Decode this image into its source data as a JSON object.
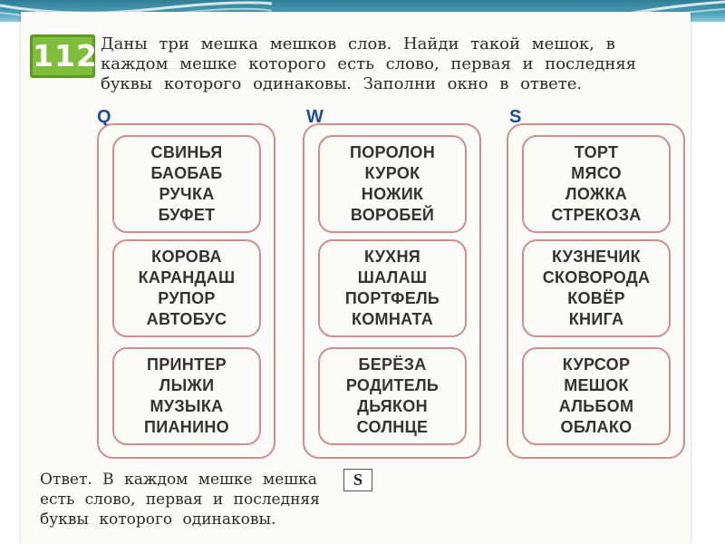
{
  "task": {
    "number": "112",
    "lines": [
      "Даны три мешка мешков слов. Найди такой мешок, в",
      "каждом мешке которого есть слово, первая и последняя",
      "буквы которого одинаковы. Заполни окно в ответе."
    ]
  },
  "bags": [
    {
      "letter": "Q",
      "groups": [
        [
          "СВИНЬЯ",
          "БАОБАБ",
          "РУЧКА",
          "БУФЕТ"
        ],
        [
          "КОРОВА",
          "КАРАНДАШ",
          "РУПОР",
          "АВТОБУС"
        ],
        [
          "ПРИНТЕР",
          "ЛЫЖИ",
          "МУЗЫКА",
          "ПИАНИНО"
        ]
      ]
    },
    {
      "letter": "W",
      "groups": [
        [
          "ПОРОЛОН",
          "КУРОК",
          "НОЖИК",
          "ВОРОБЕЙ"
        ],
        [
          "КУХНЯ",
          "ШАЛАШ",
          "ПОРТФЕЛЬ",
          "КОМНАТА"
        ],
        [
          "БЕРЁЗА",
          "РОДИТЕЛЬ",
          "ДЬЯКОН",
          "СОЛНЦЕ"
        ]
      ]
    },
    {
      "letter": "S",
      "groups": [
        [
          "ТОРТ",
          "МЯСО",
          "ЛОЖКА",
          "СТРЕКОЗА"
        ],
        [
          "КУЗНЕЧИК",
          "СКОВОРОДА",
          "КОВЁР",
          "КНИГА"
        ],
        [
          "КУРСОР",
          "МЕШОК",
          "АЛЬБОМ",
          "ОБЛАКО"
        ]
      ]
    }
  ],
  "answer": {
    "lines": [
      "Ответ. В каждом мешке мешка",
      "есть слово, первая и последняя",
      "буквы которого одинаковы."
    ],
    "value": "S"
  }
}
